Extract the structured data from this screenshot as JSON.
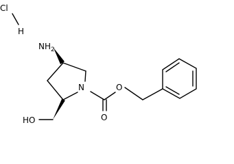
{
  "structure": {
    "salt": "HCl",
    "atoms": {
      "cl": "Cl",
      "h": "H",
      "nh2": "NH",
      "nh2_sub": "2",
      "n": "N",
      "o_ester": "O",
      "o_carbonyl": "O",
      "ho": "HO"
    }
  },
  "colors": {
    "bond": "#000000",
    "background": "#ffffff"
  }
}
